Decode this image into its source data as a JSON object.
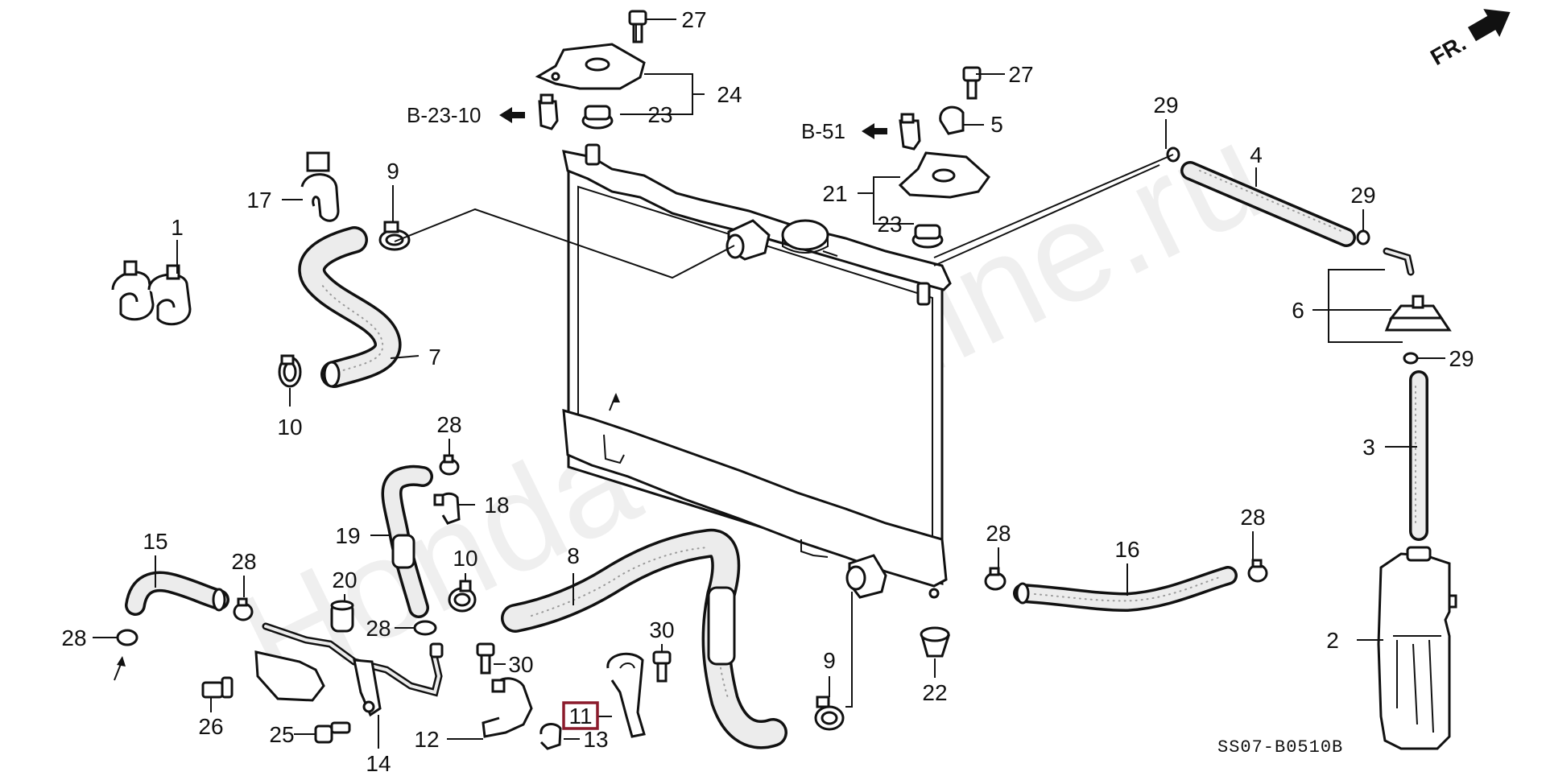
{
  "diagram": {
    "watermark": "HondaCarMine.ru",
    "diagram_code": "SS07-B0510B",
    "direction": {
      "label": "FR.",
      "icon": "arrow-up-right-icon"
    },
    "references": [
      {
        "id": "b-23-10",
        "text": "B-23-10"
      },
      {
        "id": "b-51",
        "text": "B-51"
      }
    ],
    "highlighted_part": "11",
    "accent_color": "#8b1a2b",
    "parts": {
      "p1": "1",
      "p2": "2",
      "p3": "3",
      "p4": "4",
      "p5": "5",
      "p6": "6",
      "p7": "7",
      "p8": "8",
      "p9a": "9",
      "p9b": "9",
      "p10a": "10",
      "p10b": "10",
      "p11": "11",
      "p12": "12",
      "p13": "13",
      "p14": "14",
      "p15": "15",
      "p16": "16",
      "p17": "17",
      "p18": "18",
      "p19": "19",
      "p20": "20",
      "p21": "21",
      "p22": "22",
      "p23a": "23",
      "p23b": "23",
      "p24": "24",
      "p25": "25",
      "p26": "26",
      "p27a": "27",
      "p27b": "27",
      "p28a": "28",
      "p28b": "28",
      "p28c": "28",
      "p28d": "28",
      "p28e": "28",
      "p28f": "28",
      "p29a": "29",
      "p29b": "29",
      "p29c": "29",
      "p30a": "30",
      "p30b": "30"
    }
  }
}
